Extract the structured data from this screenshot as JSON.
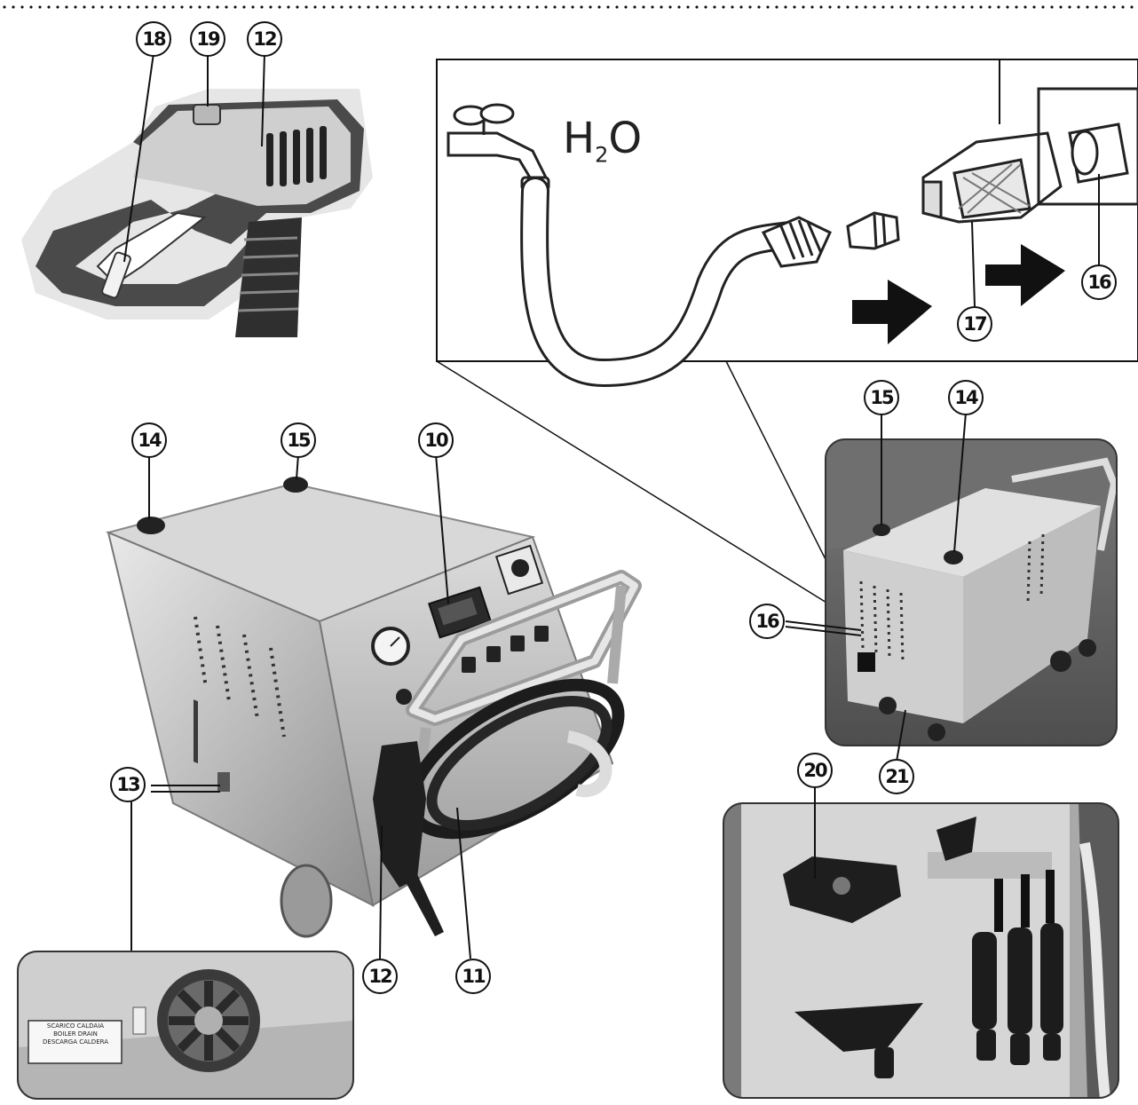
{
  "water_label": {
    "main": "H",
    "sub": "2",
    "tail": "O"
  },
  "callouts": {
    "c10": "10",
    "c11": "11",
    "c12a": "12",
    "c12b": "12",
    "c13": "13",
    "c14a": "14",
    "c14b": "14",
    "c15a": "15",
    "c15b": "15",
    "c16a": "16",
    "c16b": "16",
    "c17": "17",
    "c18": "18",
    "c19": "19",
    "c20": "20",
    "c21": "21"
  },
  "drain_label": {
    "line1": "SCARICO CALDAIA",
    "line2": "BOILER DRAIN",
    "line3": "DESCARGA CALDERA"
  },
  "colors": {
    "ink": "#111111",
    "steel": "#c9c9c9",
    "photo_bg": "#8a8a8a",
    "dark": "#1c1c1c"
  }
}
